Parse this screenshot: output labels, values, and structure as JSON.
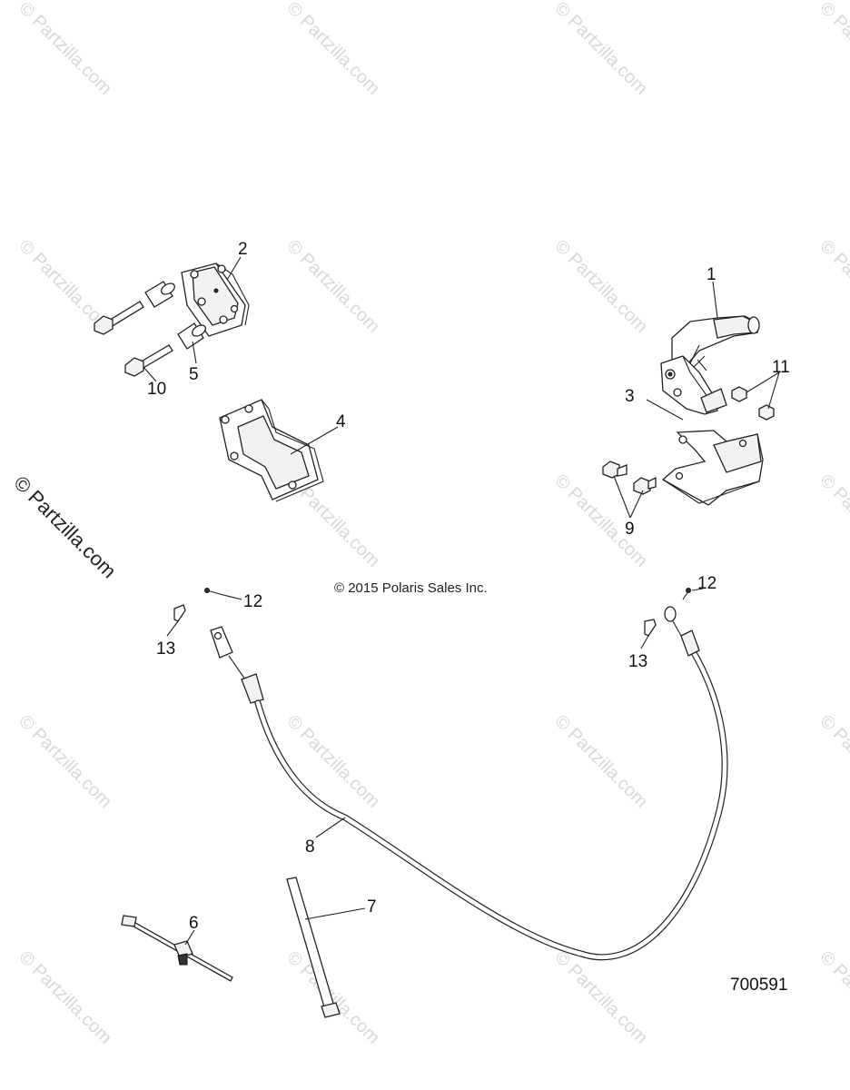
{
  "watermark": "© Partzilla.com",
  "side_watermark": "© Partzilla.com",
  "copyright": "© 2015 Polaris Sales Inc.",
  "diagram_number": "700591",
  "callouts": {
    "c1": "1",
    "c2": "2",
    "c3": "3",
    "c4": "4",
    "c5": "5",
    "c6": "6",
    "c7": "7",
    "c8": "8",
    "c9": "9",
    "c10": "10",
    "c11": "11",
    "c12a": "12",
    "c12b": "12",
    "c13a": "13",
    "c13b": "13"
  }
}
